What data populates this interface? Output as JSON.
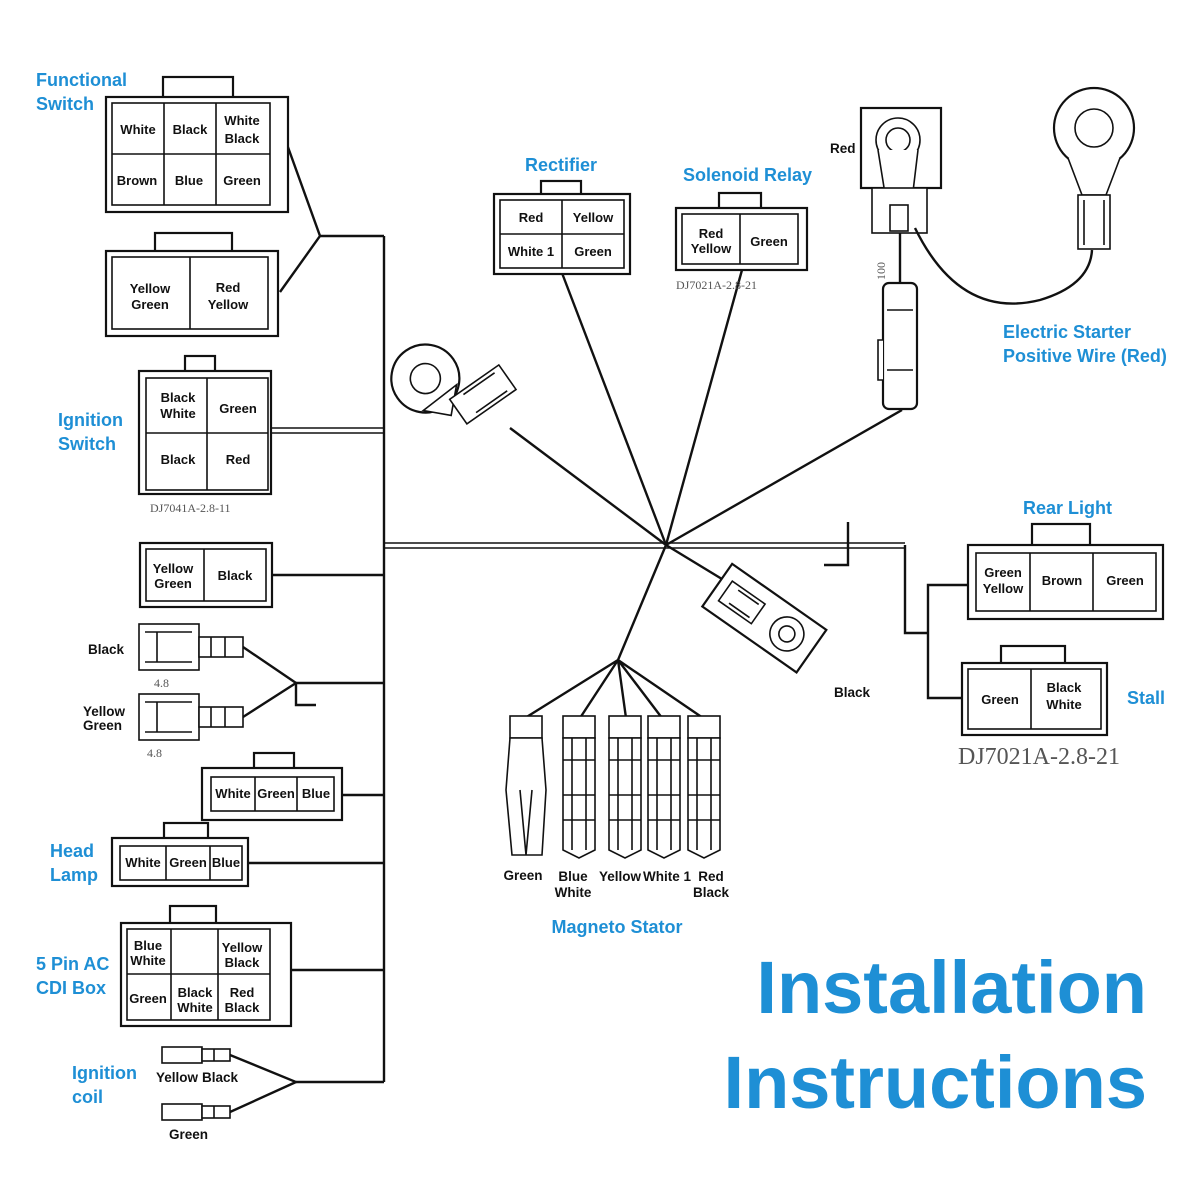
{
  "title": {
    "line1": "Installation",
    "line2": "Instructions"
  },
  "labels": {
    "functional_switch": [
      "Functional",
      "Switch"
    ],
    "ignition_switch": [
      "Ignition",
      "Switch"
    ],
    "head_lamp": [
      "Head",
      "Lamp"
    ],
    "cdi_box": [
      "5 Pin AC",
      "CDI Box"
    ],
    "ignition_coil": [
      "Ignition",
      "coil"
    ],
    "rectifier": "Rectifier",
    "solenoid_relay": "Solenoid Relay",
    "electric_starter": [
      "Electric Starter",
      "Positive Wire (Red)"
    ],
    "rear_light": "Rear Light",
    "stall": "Stall",
    "magneto_stator": "Magneto Stator"
  },
  "connectors": {
    "functional_switch": [
      "White",
      "Black",
      "White",
      "Black",
      "Brown",
      "Blue",
      "Green"
    ],
    "yg_ry": [
      "Yellow",
      "Green",
      "Red",
      "Yellow"
    ],
    "ignition_switch": [
      "Black",
      "White",
      "Green",
      "Black",
      "Red"
    ],
    "yg_black": [
      "Yellow",
      "Green",
      "Black"
    ],
    "wgb1": [
      "White",
      "Green",
      "Blue"
    ],
    "head_lamp": [
      "White",
      "Green",
      "Blue"
    ],
    "cdi": [
      "Blue",
      "White",
      "Yellow",
      "Black",
      "Green",
      "Black",
      "White",
      "Red",
      "Black"
    ],
    "rectifier": [
      "Red",
      "Yellow",
      "White 1",
      "Green"
    ],
    "solenoid": [
      "Red",
      "Yellow",
      "Green"
    ],
    "rear_light": [
      "Green",
      "Yellow",
      "Brown",
      "Green"
    ],
    "stall": [
      "Green",
      "Black",
      "White"
    ]
  },
  "wire_labels": {
    "spade_black": "Black",
    "spade_yg": [
      "Yellow",
      "Green"
    ],
    "starter_red": "Red",
    "ground_black": "Black",
    "coil_yellow": "Yellow",
    "coil_black": "Black",
    "coil_green": "Green",
    "stator": [
      "Green",
      "Blue",
      "White",
      "Yellow",
      "White 1",
      "Red",
      "Black"
    ]
  },
  "part_numbers": {
    "ignition": "DJ7041A-2.8-11",
    "solenoid": "DJ7021A-2.8-21",
    "stall": "DJ7021A-2.8-21",
    "spade1": "4.8",
    "spade2": "4.8",
    "fuse": "100"
  }
}
